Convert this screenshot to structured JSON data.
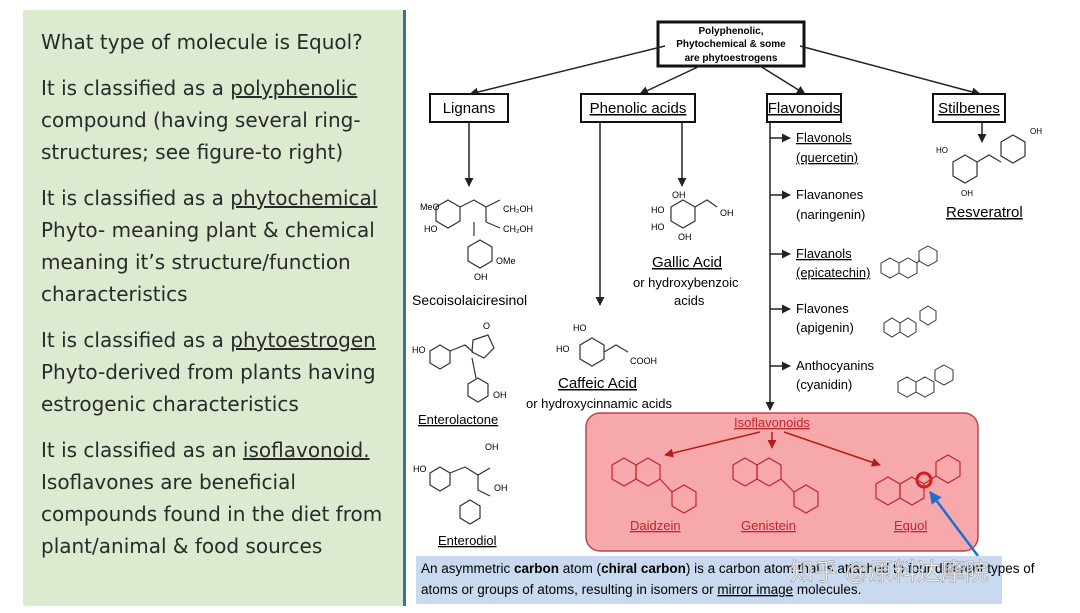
{
  "left": {
    "question": "What type of molecule is Equol?",
    "p1_pre": "It is classified as a ",
    "p1_key": "polyphenolic",
    "p1_rest": " compound (having several ring-structures; see figure-to right)",
    "p2_pre": "It is classified as a ",
    "p2_key": "phytochemical",
    "p2_rest": " Phyto- meaning plant & chemical meaning it’s structure/function characteristics",
    "p3_pre": "It is classified as a ",
    "p3_key": "phytoestrogen",
    "p3_rest": " Phyto-derived from plants having estrogenic characteristics",
    "p4_pre": "It is classified as an ",
    "p4_key": "isoflavonoid.",
    "p4_rest": " Isoflavones are beneficial compounds found in the diet from plant/animal & food sources"
  },
  "tree": {
    "root_line1": "Polyphenolic,",
    "root_line2": "Phytochemical & some",
    "root_line3": "are phytoestrogens",
    "lignans": "Lignans",
    "phenolic_acids": "Phenolic acids",
    "flavonoids": "Flavonoids",
    "stilbenes": "Stilbenes"
  },
  "lignans": {
    "seco": "Secoisolaiciresinol",
    "enterolactone": "Enterolactone",
    "enterodiol": "Enterodiol"
  },
  "phenolic": {
    "gallic": "Gallic Acid",
    "gallic_sub1": "or hydroxybenzoic",
    "gallic_sub2": "acids",
    "caffeic": "Caffeic Acid",
    "caffeic_sub": "or hydroxycinnamic acids"
  },
  "flavonoid_items": [
    {
      "name": "Flavonols",
      "example": "(quercetin)"
    },
    {
      "name": "Flavanones",
      "example": "(naringenin)"
    },
    {
      "name": "Flavanols",
      "example": "(epicatechin)"
    },
    {
      "name": "Flavones",
      "example": "(apigenin)"
    },
    {
      "name": "Anthocyanins",
      "example": "(cyanidin)"
    }
  ],
  "stilbenes": {
    "resveratrol": "Resveratrol"
  },
  "isoflavonoids": {
    "title": "Isoflavonoids",
    "daidzein": "Daidzein",
    "genistein": "Genistein",
    "equol": "Equol"
  },
  "atoms": {
    "meo": "MeO",
    "ho": "HO",
    "oh": "OH",
    "ome": "OMe",
    "o": "O",
    "ch2oh": "CH₂OH",
    "cooh": "COOH"
  },
  "caption": {
    "pre": "An asymmetric ",
    "bold1": "carbon",
    "mid1": " atom (",
    "bold2": "chiral carbon",
    "mid2": ") is a carbon atom that is attached to four different types of",
    "line2_pre": "atoms or groups of atoms, resulting in isomers or ",
    "line2_u": "mirror image",
    "line2_post": " molecules."
  },
  "watermark": "知乎 @原料达摩院",
  "colors": {
    "panel": "#dcebd0",
    "iso_fill": "#f6a8ab",
    "red": "#d41e24",
    "blue": "#1f6fd1"
  }
}
